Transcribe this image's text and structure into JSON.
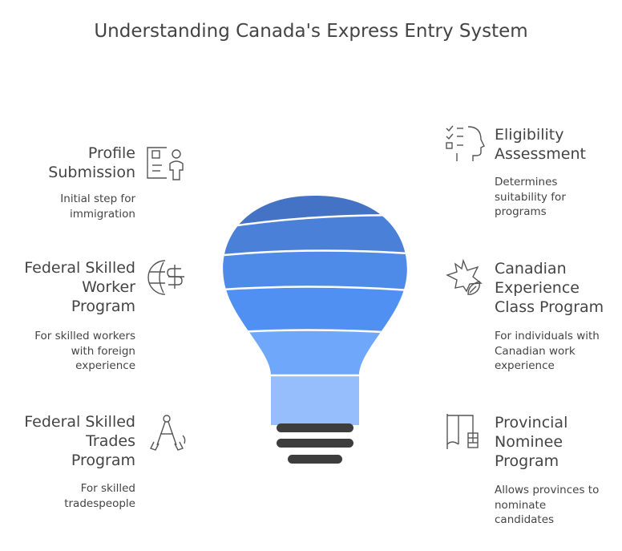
{
  "title": "Understanding Canada's Express Entry System",
  "colors": {
    "bulb_band_1": "#4472C4",
    "bulb_band_2": "#4A80D8",
    "bulb_band_3": "#4E8AE8",
    "bulb_band_4": "#5090F2",
    "bulb_band_5": "#6FA8FA",
    "bulb_neck": "#96BEFC",
    "base_bars": "#3D3D3D",
    "text": "#444444",
    "icon_stroke": "#555555"
  },
  "items": [
    {
      "heading": [
        "Profile",
        "Submission"
      ],
      "description": [
        "Initial step for",
        "immigration"
      ],
      "icon": "profile-card-icon"
    },
    {
      "heading": [
        "Federal Skilled",
        "Worker",
        "Program"
      ],
      "description": [
        "For skilled workers",
        "with foreign",
        "experience"
      ],
      "icon": "globe-dollar-icon"
    },
    {
      "heading": [
        "Federal Skilled",
        "Trades",
        "Program"
      ],
      "description": [
        "For skilled",
        "tradespeople"
      ],
      "icon": "compass-tool-icon"
    },
    {
      "heading": [
        "Eligibility",
        "Assessment"
      ],
      "description": [
        "Determines",
        "suitability for",
        "programs"
      ],
      "icon": "checklist-head-icon"
    },
    {
      "heading": [
        "Canadian",
        "Experience",
        "Class Program"
      ],
      "description": [
        "For individuals with",
        "Canadian work",
        "experience"
      ],
      "icon": "maple-leaf-icon"
    },
    {
      "heading": [
        "Provincial",
        "Nominee",
        "Program"
      ],
      "description": [
        "Allows provinces to",
        "nominate",
        "candidates"
      ],
      "icon": "flag-map-icon"
    }
  ]
}
